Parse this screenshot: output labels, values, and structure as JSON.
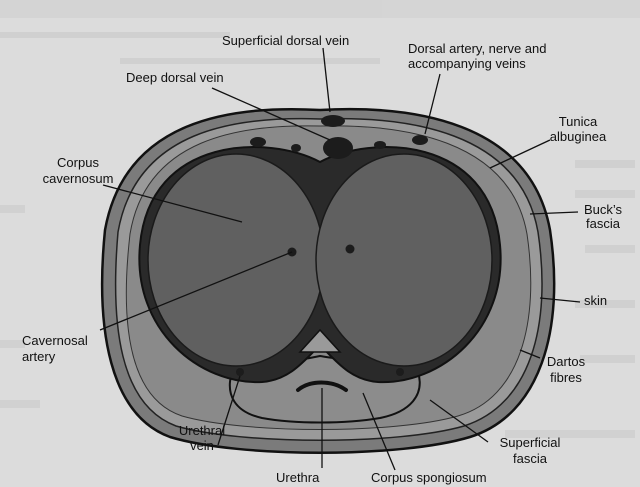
{
  "diagram": {
    "labels": {
      "superficial_dorsal_vein": "Superficial dorsal vein",
      "deep_dorsal_vein": "Deep dorsal vein",
      "dorsal_artery_line1": "Dorsal artery, nerve and",
      "dorsal_artery_line2": "accompanying veins",
      "tunica_line1": "Tunica",
      "tunica_line2": "albuginea",
      "corpus_cav_line1": "Corpus",
      "corpus_cav_line2": "cavernosum",
      "bucks_line1": "Buck’s",
      "bucks_line2": "fascia",
      "skin": "skin",
      "cavernosal_line1": "Cavernosal",
      "cavernosal_line2": "artery",
      "dartos_line1": "Dartos",
      "dartos_line2": "fibres",
      "urethral_vein_line1": "Urethral",
      "urethral_vein_line2": "vein",
      "superficial_fascia_line1": "Superficial",
      "superficial_fascia_line2": "fascia",
      "urethra": "Urethra",
      "corpus_spongiosum": "Corpus spongiosum"
    },
    "colors": {
      "background": "#dcdcdc",
      "skin": "#7b7b7b",
      "fascia": "#9a9a9a",
      "tunica": "#2a2a2a",
      "cavernosum": "#606060",
      "spongiosum": "#8c8c8c",
      "ink": "#111111"
    }
  }
}
